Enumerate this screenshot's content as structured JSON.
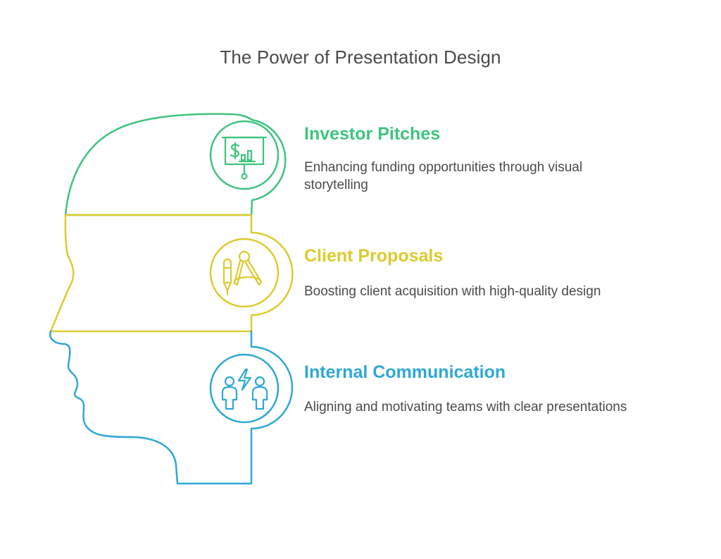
{
  "title": "The Power of Presentation Design",
  "colors": {
    "green": "#3ec47e",
    "yellow": "#dccb2e",
    "blue": "#2ea8d6",
    "text": "#4a4a4a"
  },
  "items": [
    {
      "title": "Investor Pitches",
      "description": "Enhancing funding opportunities through visual storytelling",
      "icon": "presentation-board-dollar-icon"
    },
    {
      "title": "Client Proposals",
      "description": "Boosting client acquisition with high-quality design",
      "icon": "pen-compass-icon"
    },
    {
      "title": "Internal Communication",
      "description": "Aligning and motivating teams with clear presentations",
      "icon": "people-energy-icon"
    }
  ]
}
